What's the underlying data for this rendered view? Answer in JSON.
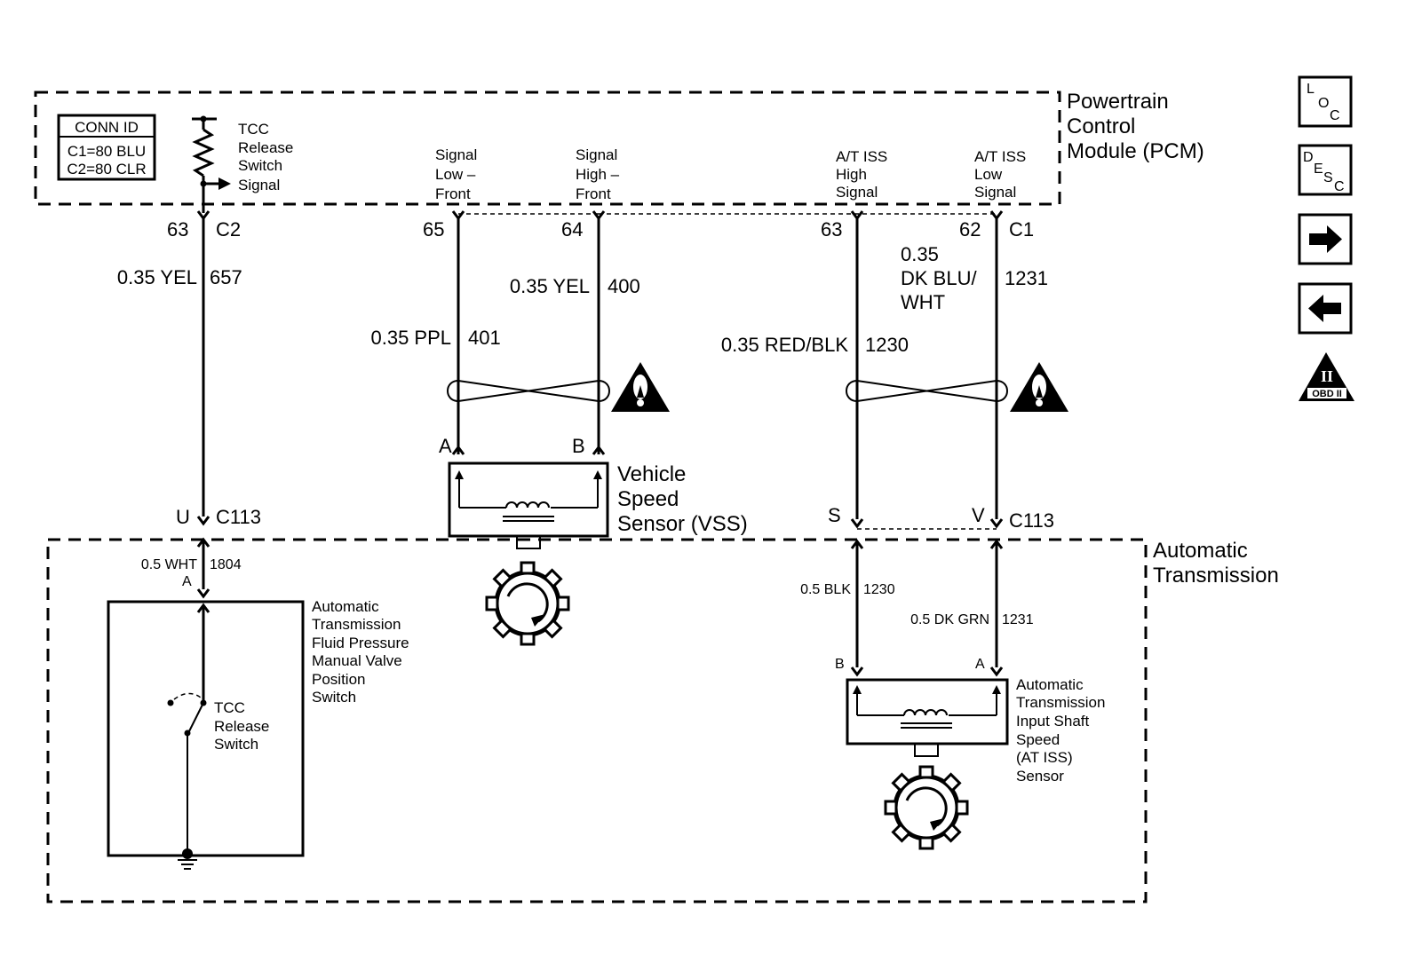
{
  "pcm": {
    "title": [
      "Powertrain",
      "Control",
      "Module (PCM)"
    ],
    "conn_id": {
      "header": "CONN ID",
      "lines": [
        "C1=80 BLU",
        "C2=80 CLR"
      ]
    },
    "tcc_signal": [
      "TCC",
      "Release",
      "Switch",
      "Signal"
    ],
    "sig_low_front": [
      "Signal",
      "Low –",
      "Front"
    ],
    "sig_high_front": [
      "Signal",
      "High –",
      "Front"
    ],
    "iss_high": [
      "A/T ISS",
      "High",
      "Signal"
    ],
    "iss_low": [
      "A/T ISS",
      "Low",
      "Signal"
    ]
  },
  "pins_top": {
    "p63a": "63",
    "c2": "C2",
    "p65": "65",
    "p64": "64",
    "p63b": "63",
    "p62": "62",
    "c1": "C1"
  },
  "wires": {
    "w657_gauge": "0.35 YEL",
    "w657_circuit": "657",
    "w400_gauge": "0.35 YEL",
    "w400_circuit": "400",
    "w401_gauge": "0.35 PPL",
    "w401_circuit": "401",
    "w1231_gauge": [
      "0.35",
      "DK BLU/",
      "WHT"
    ],
    "w1231_circuit": "1231",
    "w1230_gauge": "0.35 RED/BLK",
    "w1230_circuit": "1230",
    "w1804_gauge": "0.5 WHT",
    "w1804_circuit": "1804",
    "w1230b_gauge": "0.5 BLK",
    "w1230b_circuit": "1230",
    "w1231b_gauge": "0.5 DK GRN",
    "w1231b_circuit": "1231"
  },
  "vss": {
    "label": [
      "Vehicle",
      "Speed",
      "Sensor (VSS)"
    ],
    "pin_a": "A",
    "pin_b": "B"
  },
  "c113": {
    "pin_u": "U",
    "label_left": "C113",
    "pin_s": "S",
    "pin_v": "V",
    "label_right": "C113"
  },
  "trans": {
    "title": [
      "Automatic",
      "Transmission"
    ],
    "pin_a_left": "A",
    "switch_label": [
      "Automatic",
      "Transmission",
      "Fluid Pressure",
      "Manual Valve",
      "Position",
      "Switch"
    ],
    "tcc_switch": [
      "TCC",
      "Release",
      "Switch"
    ],
    "iss_sensor": [
      "Automatic",
      "Transmission",
      "Input Shaft",
      "Speed",
      "(AT ISS)",
      "Sensor"
    ],
    "pin_b": "B",
    "pin_a": "A"
  },
  "nav": {
    "loc": [
      "L",
      "O",
      "C"
    ],
    "desc": [
      "D",
      "E",
      "S",
      "C"
    ],
    "obd_numeral": "II",
    "obd_text": "OBD II"
  }
}
